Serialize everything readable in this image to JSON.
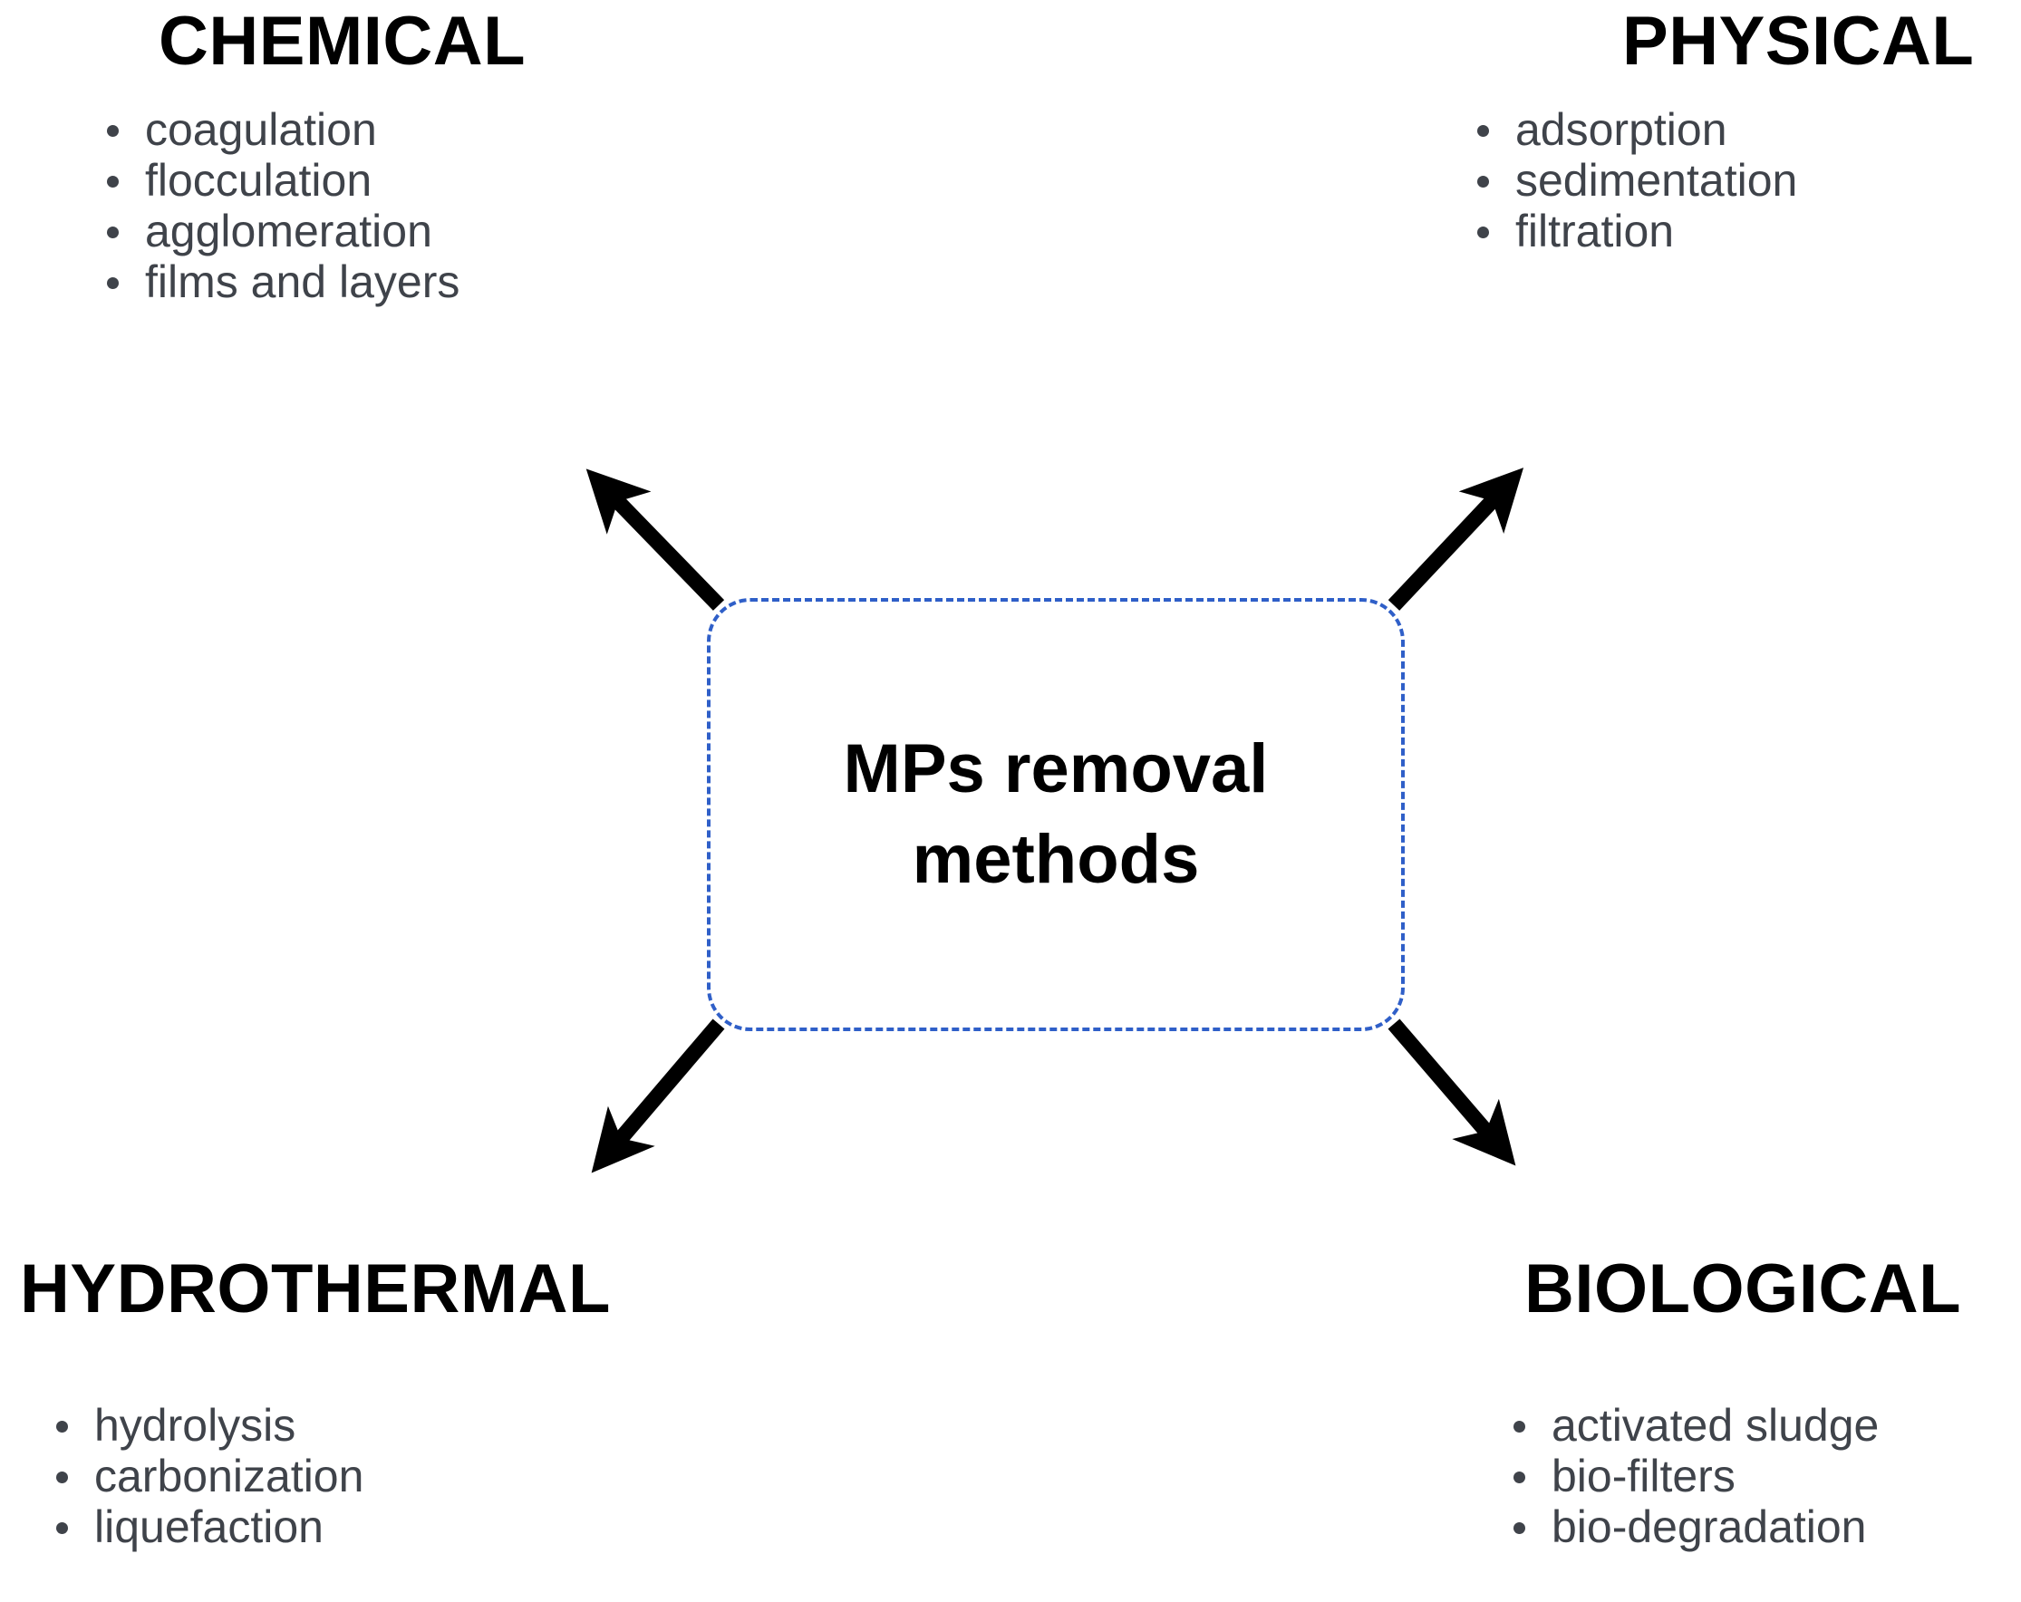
{
  "center": {
    "line1": "MPs removal",
    "line2": "methods",
    "border_color": "#2f5fc8"
  },
  "quadrants": [
    {
      "id": "chemical",
      "heading": "CHEMICAL",
      "items": [
        "coagulation",
        "flocculation",
        "agglomeration",
        "films and layers"
      ]
    },
    {
      "id": "physical",
      "heading": "PHYSICAL",
      "items": [
        "adsorption",
        "sedimentation",
        "filtration"
      ]
    },
    {
      "id": "hydrothermal",
      "heading": "HYDROTHERMAL",
      "items": [
        "hydrolysis",
        "carbonization",
        "liquefaction"
      ]
    },
    {
      "id": "biological",
      "heading": "BIOLOGICAL",
      "items": [
        "activated sludge",
        "bio-filters",
        "bio-degradation"
      ]
    }
  ],
  "arrows": [
    {
      "name": "arrow-to-chemical",
      "direction": "up-left"
    },
    {
      "name": "arrow-to-physical",
      "direction": "up-right"
    },
    {
      "name": "arrow-to-hydrothermal",
      "direction": "down-left"
    },
    {
      "name": "arrow-to-biological",
      "direction": "down-right"
    }
  ],
  "colors": {
    "heading_text": "#000000",
    "item_text": "#3f434a",
    "arrow": "#000000",
    "background": "#ffffff"
  }
}
